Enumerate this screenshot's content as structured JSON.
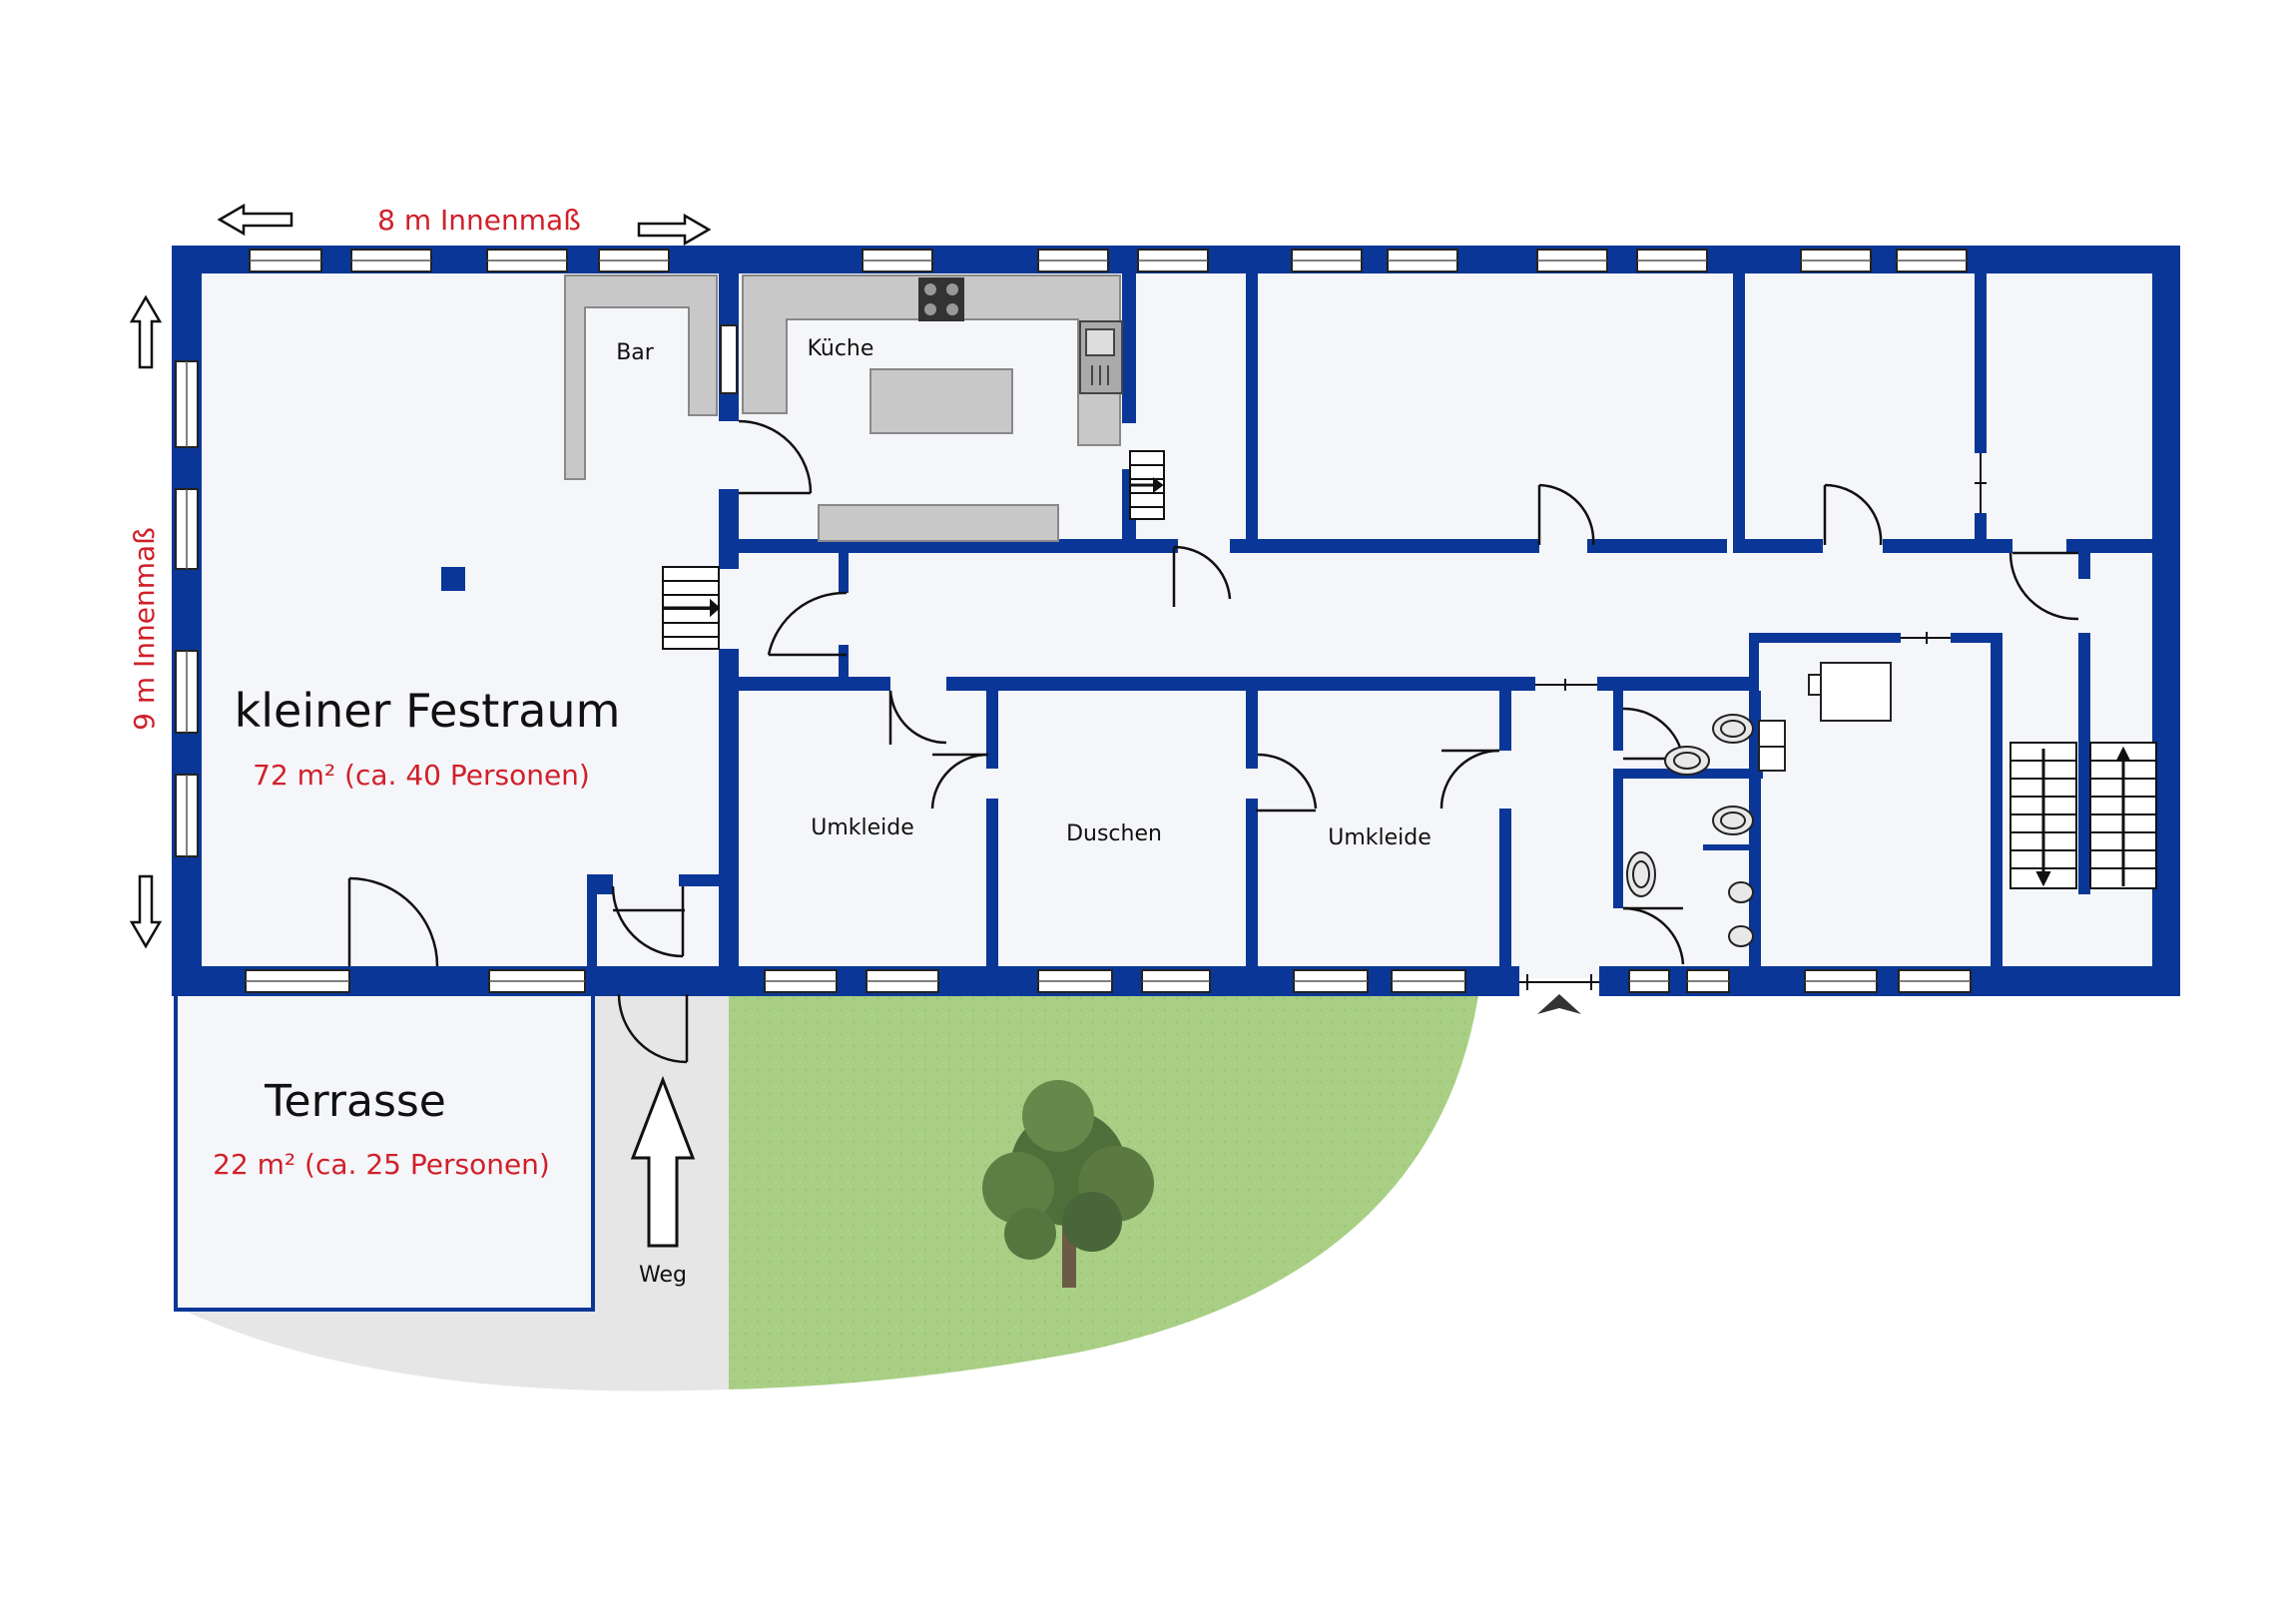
{
  "plan": {
    "dimensions": {
      "width_label": "8 m Innenmaß",
      "height_label": "9 m Innenmaß"
    },
    "rooms": {
      "main_hall": {
        "name": "kleiner Festraum",
        "area": "72 m² (ca. 40 Personen)"
      },
      "terrace": {
        "name": "Terrasse",
        "area": "22 m² (ca. 25 Personen)"
      },
      "bar": {
        "name": "Bar"
      },
      "kitchen": {
        "name": "Küche"
      },
      "changing_room_1": {
        "name": "Umkleide"
      },
      "showers": {
        "name": "Duschen"
      },
      "changing_room_2": {
        "name": "Umkleide"
      },
      "path": {
        "name": "Weg"
      }
    },
    "colors": {
      "wall": "#0a3797",
      "floor": "#f5f6f9",
      "label_accent": "#d0202a",
      "lawn": "#a7cf82",
      "path": "#e6e6e6",
      "counter": "#c8c8c8"
    }
  }
}
